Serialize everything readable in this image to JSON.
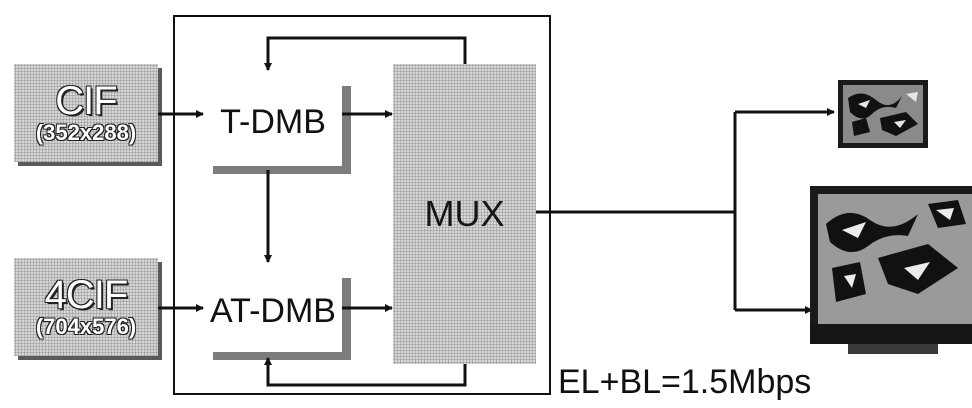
{
  "inputs": [
    {
      "name": "CIF",
      "resolution": "(352x288)"
    },
    {
      "name": "4CIF",
      "resolution": "(704x576)"
    }
  ],
  "encoders": [
    "T-DMB",
    "AT-DMB"
  ],
  "mux_label": "MUX",
  "bitrate_label": "EL+BL=1.5Mbps",
  "outputs": [
    {
      "device": "small-screen-display"
    },
    {
      "device": "hd-tv-display"
    }
  ],
  "colors": {
    "line": "#111111",
    "block_fill": "#c9c9c9",
    "shadow": "#7c7c7c"
  }
}
